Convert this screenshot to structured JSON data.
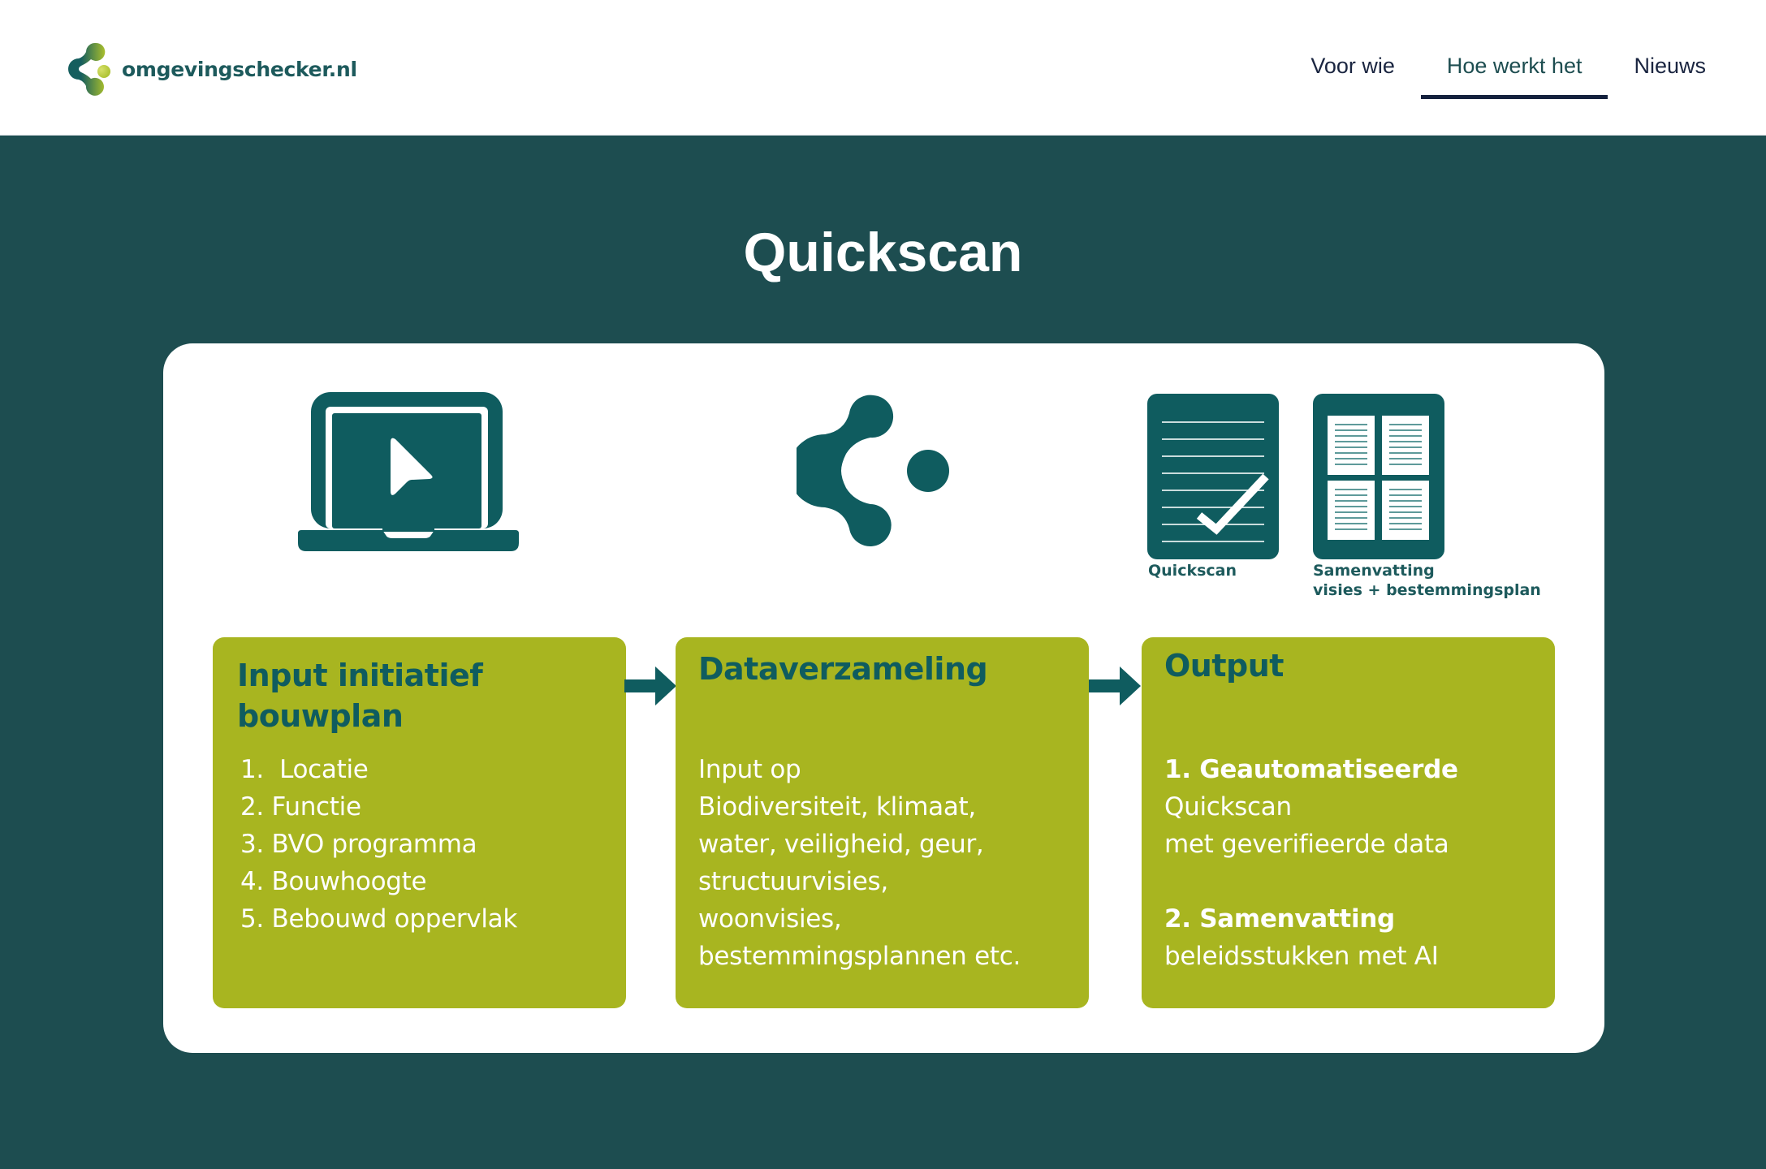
{
  "header": {
    "logo_text": "omgevingschecker.nl",
    "nav": [
      {
        "label": "Voor wie",
        "active": false
      },
      {
        "label": "Hoe werkt het",
        "active": true
      },
      {
        "label": "Nieuws",
        "active": false
      }
    ]
  },
  "main": {
    "title": "Quickscan",
    "icons": {
      "laptop": "laptop-play-icon",
      "network": "network-nodes-icon",
      "quickscan_doc": "document-check-icon",
      "summary_doc": "document-grid-icon"
    },
    "captions": {
      "quickscan": "Quickscan",
      "samenvatting_line1": "Samenvatting",
      "samenvatting_line2": "visies + bestemmingsplan"
    },
    "steps": [
      {
        "title_line1": "Input initiatief",
        "title_line2": "bouwplan",
        "items": [
          "1.  Locatie",
          "2. Functie",
          "3. BVO programma",
          "4. Bouwhoogte",
          "5. Bebouwd oppervlak"
        ]
      },
      {
        "title": "Dataverzameling",
        "lines": [
          "Input op",
          "Biodiversiteit, klimaat,",
          "water, veiligheid, geur,",
          "structuurvisies,",
          "woonvisies,",
          "bestemmingsplannen etc."
        ]
      },
      {
        "title": "Output",
        "item1_bold": "1. Geautomatiseerde",
        "item1_line2": "Quickscan",
        "item1_line3": "met geverifieerde data",
        "item2_bold": "2. Samenvatting",
        "item2_line2": "beleidsstukken met AI"
      }
    ]
  },
  "colors": {
    "background": "#1d4d50",
    "icon_teal": "#0f5c5f",
    "box_green": "#a8b520",
    "nav_text": "#1a2540",
    "nav_underline": "#14213d",
    "logo_lime": "#b8c832"
  }
}
